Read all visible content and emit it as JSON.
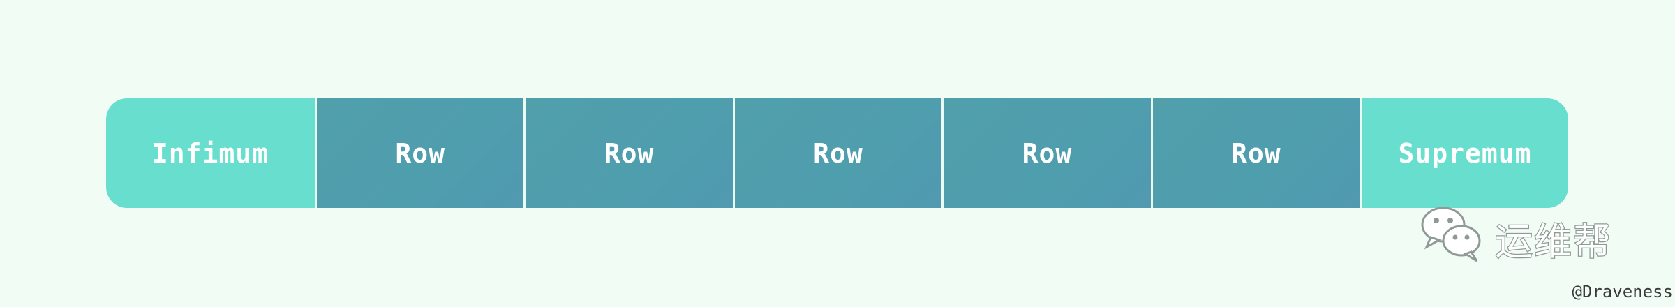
{
  "diagram": {
    "cells": [
      {
        "label": "Infimum",
        "kind": "boundary"
      },
      {
        "label": "Row",
        "kind": "row"
      },
      {
        "label": "Row",
        "kind": "row"
      },
      {
        "label": "Row",
        "kind": "row"
      },
      {
        "label": "Row",
        "kind": "row"
      },
      {
        "label": "Row",
        "kind": "row"
      },
      {
        "label": "Supremum",
        "kind": "boundary"
      }
    ]
  },
  "watermark": {
    "text": "运维帮",
    "icon": "wechat-icon"
  },
  "credit": "@Draveness",
  "colors": {
    "background": "#f0fcf4",
    "boundary": "#68dece",
    "row": "#519fab",
    "cell_text": "#ffffff",
    "credit_text": "#3a3a3a"
  }
}
